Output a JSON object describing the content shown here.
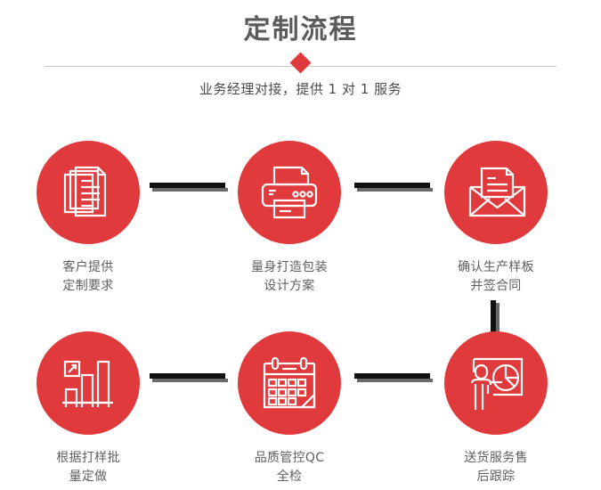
{
  "header": {
    "title": "定制流程",
    "subtitle": "业务经理对接，提供 1 对 1 服务",
    "accent_color": "#e03a3c",
    "title_color": "#5b5b5b",
    "divider_color": "#c9c9c9"
  },
  "flow": {
    "connector_color": "#111111",
    "connector_shadow_color": "#6a6a6a",
    "circle_color": "#e03a3c",
    "steps": [
      {
        "index": 1,
        "icon": "documents-stack-icon",
        "label": "客户提供\n定制要求"
      },
      {
        "index": 2,
        "icon": "printer-icon",
        "label": "量身打造包装\n设计方案"
      },
      {
        "index": 3,
        "icon": "envelope-letter-icon",
        "label": "确认生产样板\n并签合同"
      },
      {
        "index": 4,
        "icon": "bar-chart-growth-icon",
        "label": "根据打样批\n量定做"
      },
      {
        "index": 5,
        "icon": "calendar-icon",
        "label": "品质管控QC\n全检"
      },
      {
        "index": 6,
        "icon": "presenter-chart-icon",
        "label": "送货服务售\n后跟踪"
      }
    ]
  }
}
